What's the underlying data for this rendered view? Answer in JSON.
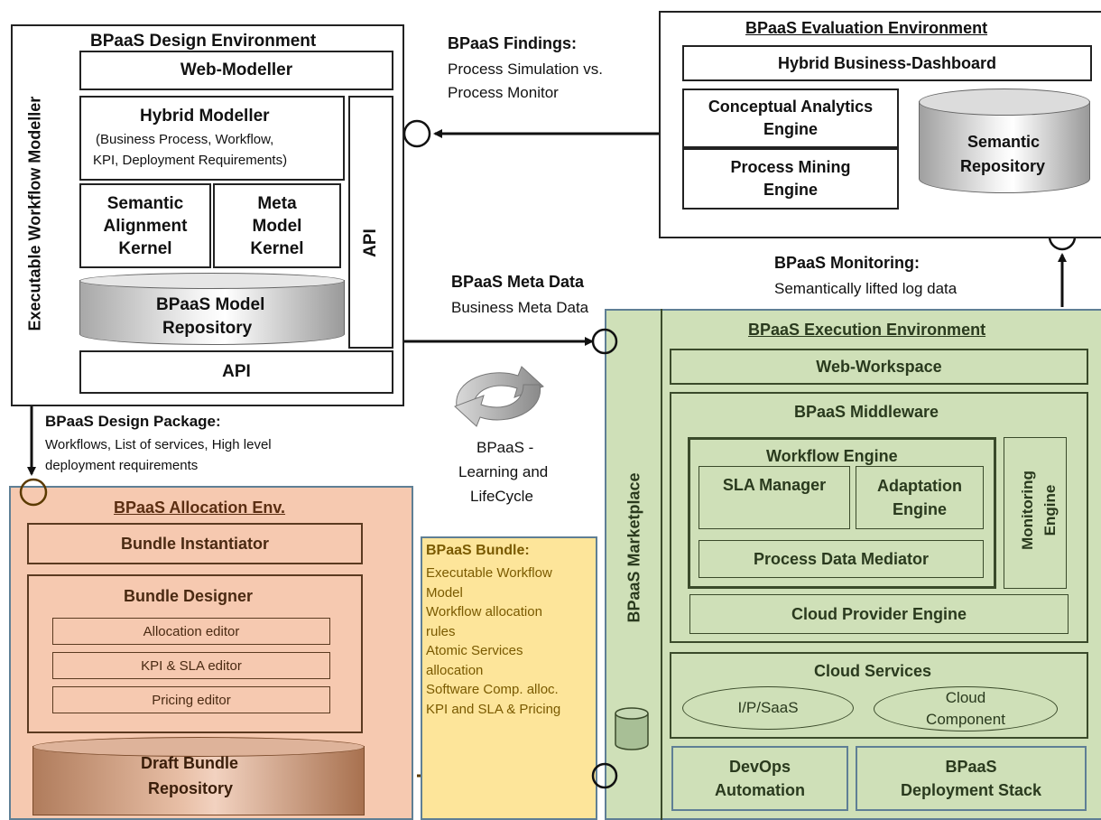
{
  "design_env": {
    "title": "BPaaS Design Environment",
    "web_modeller": "Web-Modeller",
    "hybrid_title": "Hybrid Modeller",
    "hybrid_sub1": "(Business Process, Workflow,",
    "hybrid_sub2": "KPI, Deployment Requirements)",
    "semantic_1": "Semantic",
    "semantic_2": "Alignment",
    "semantic_3": "Kernel",
    "meta_1": "Meta",
    "meta_2": "Model",
    "meta_3": "Kernel",
    "repo_1": "BPaaS Model",
    "repo_2": "Repository",
    "api_bottom": "API",
    "api_side": "API",
    "side_label": "Executable Workflow Modeller"
  },
  "findings": {
    "title": "BPaaS Findings:",
    "line1": "Process Simulation vs.",
    "line2": "Process Monitor"
  },
  "eval_env": {
    "title": "BPaaS Evaluation Environment",
    "dashboard": "Hybrid Business-Dashboard",
    "conceptual_1": "Conceptual Analytics",
    "conceptual_2": "Engine",
    "mining_1": "Process Mining",
    "mining_2": "Engine",
    "semrepo_1": "Semantic",
    "semrepo_2": "Repository"
  },
  "monitoring": {
    "title": "BPaaS Monitoring:",
    "line1": "Semantically lifted log data"
  },
  "meta_data": {
    "title": "BPaaS Meta Data",
    "line1": "Business Meta Data"
  },
  "design_package": {
    "title": "BPaaS Design Package:",
    "line1": "Workflows, List of services, High level",
    "line2": "deployment requirements"
  },
  "lifecycle": {
    "line1": "BPaaS -",
    "line2": "Learning and",
    "line3": "LifeCycle"
  },
  "allocation_env": {
    "title": "BPaaS Allocation Env.",
    "instantiator": "Bundle Instantiator",
    "designer": "Bundle Designer",
    "alloc_editor": "Allocation editor",
    "kpi_editor": "KPI & SLA editor",
    "pricing_editor": "Pricing editor",
    "draft_1": "Draft Bundle",
    "draft_2": "Repository"
  },
  "bundle": {
    "title": "BPaaS Bundle:",
    "lines": [
      "Executable Workflow",
      "Model",
      "Workflow allocation",
      "rules",
      "Atomic Services",
      "allocation",
      "Software Comp. alloc.",
      "KPI and SLA & Pricing"
    ]
  },
  "execution_env": {
    "marketplace": "BPaaS Marketplace",
    "title": "BPaaS Execution Environment",
    "workspace": "Web-Workspace",
    "middleware": "BPaaS Middleware",
    "workflow_engine": "Workflow Engine",
    "sla_manager": "SLA Manager",
    "adaptation_1": "Adaptation",
    "adaptation_2": "Engine",
    "mediator": "Process Data Mediator",
    "monitoring_1": "Monitoring",
    "monitoring_2": "Engine",
    "cloud_provider": "Cloud Provider Engine",
    "cloud_services": "Cloud Services",
    "saas": "I/P/SaaS",
    "component_1": "Cloud",
    "component_2": "Component",
    "devops_1": "DevOps",
    "devops_2": "Automation",
    "stack_1": "BPaaS",
    "stack_2": "Deployment Stack"
  },
  "colors": {
    "allocation_fill": "#f6c9b0",
    "bundle_fill": "#fde59a",
    "execution_fill": "#cfe0b8",
    "olive_text": "#7a5a00",
    "green_border": "#4a6a3a"
  }
}
